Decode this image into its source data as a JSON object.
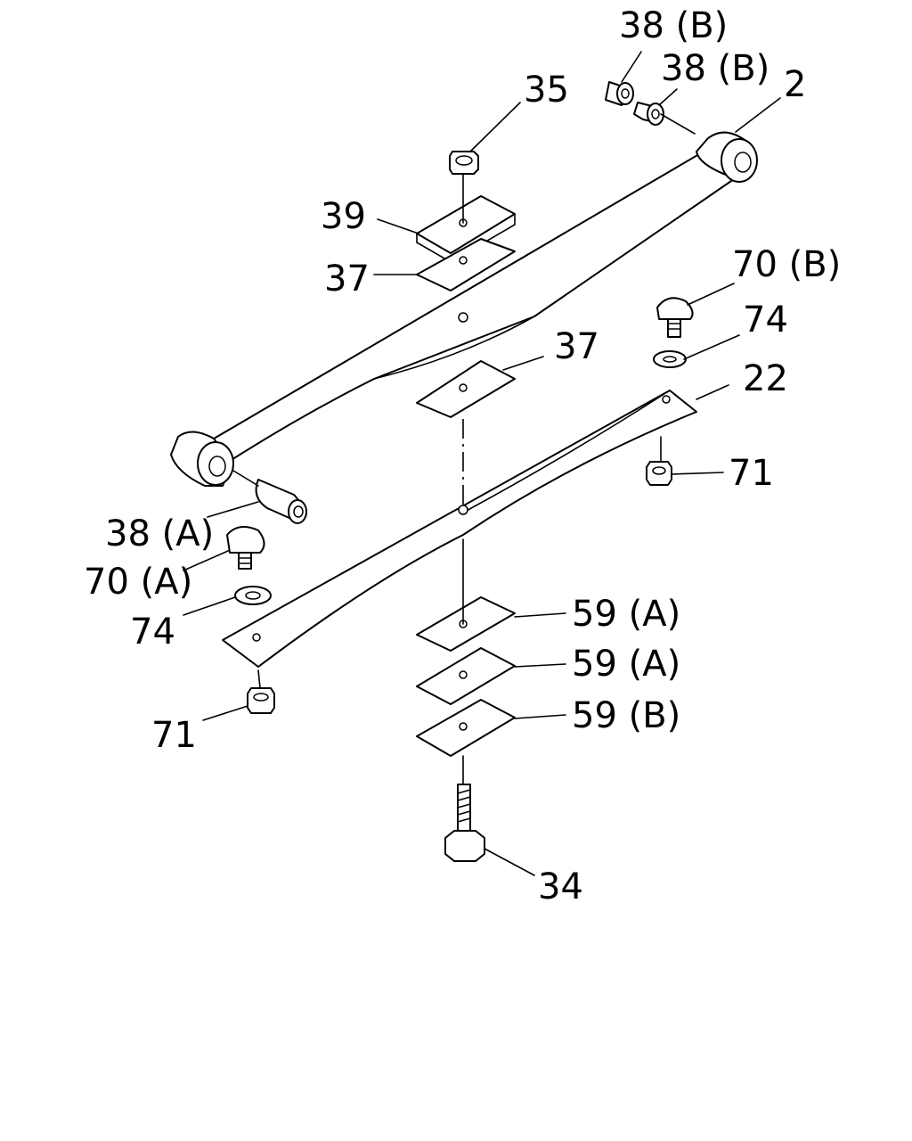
{
  "callouts": {
    "c38b_top": "38 (B)",
    "c38b_right": "38 (B)",
    "c2": "2",
    "c35": "35",
    "c39": "39",
    "c37_top": "37",
    "c70b": "70 (B)",
    "c74_right": "74",
    "c37_mid": "37",
    "c22": "22",
    "c71_right": "71",
    "c38a": "38 (A)",
    "c70a": "70 (A)",
    "c74_left": "74",
    "c59a_1": "59 (A)",
    "c59a_2": "59 (A)",
    "c59b": "59 (B)",
    "c71_left": "71",
    "c34": "34"
  },
  "colors": {
    "line": "#000000",
    "background": "#ffffff"
  }
}
